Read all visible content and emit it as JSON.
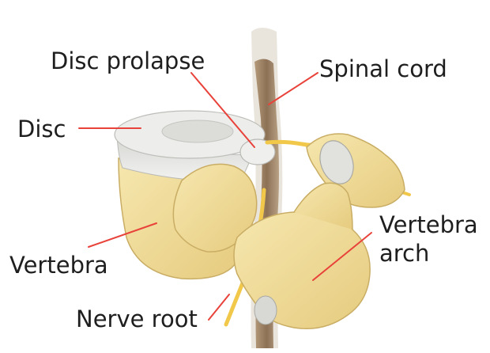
{
  "diagram": {
    "labels": {
      "disc_prolapse": "Disc prolapse",
      "spinal_cord": "Spinal cord",
      "disc": "Disc",
      "vertebra": "Vertebra",
      "vertebra_arch_line1": "Vertebra",
      "vertebra_arch_line2": "arch",
      "nerve_root": "Nerve root"
    },
    "colors": {
      "bone": "#f0dc96",
      "bone_shadow": "#d7bd72",
      "disc": "#e9e9e6",
      "cord": "#a08466",
      "nerve": "#f1c84a",
      "leader": "#e8423a",
      "text": "#1e1e1e"
    }
  }
}
